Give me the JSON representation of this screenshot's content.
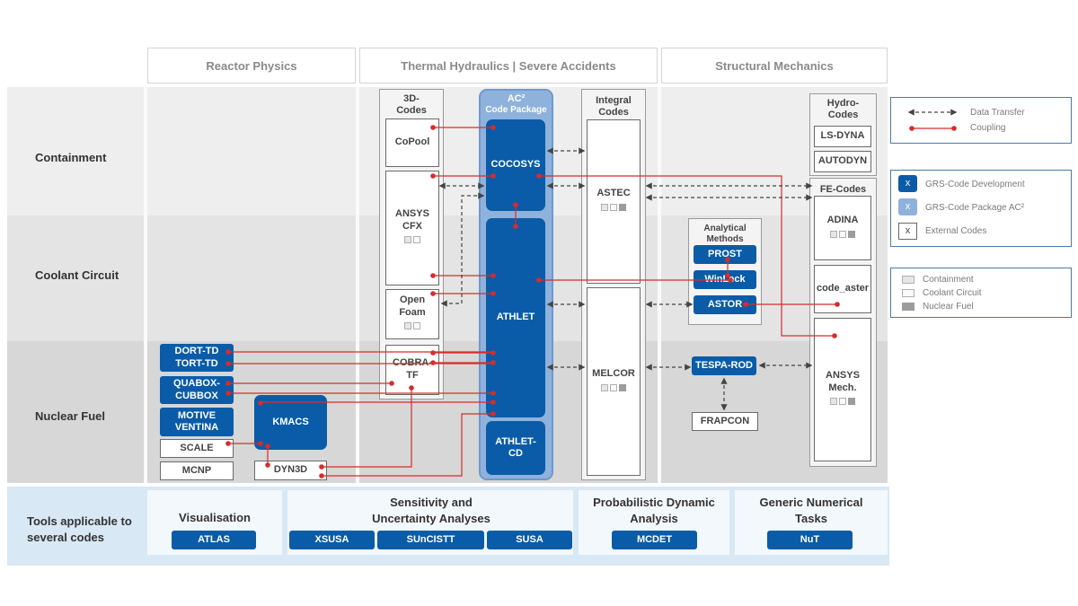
{
  "columns": [
    "Reactor Physics",
    "Thermal Hydraulics | Severe Accidents",
    "Structural Mechanics"
  ],
  "rows": [
    "Containment",
    "Coolant Circuit",
    "Nuclear Fuel"
  ],
  "tools_row_label": "Tools applicable to several codes",
  "groups": {
    "three_d": "3D-Codes",
    "ac2_title": "AC²",
    "ac2_sub": "Code Package",
    "integral": "Integral Codes",
    "hydro": "Hydro-Codes",
    "fe": "FE-Codes",
    "analytical": "Analytical Methods"
  },
  "codes": {
    "copool": "CoPool",
    "ansys_cfx": "ANSYS CFX",
    "openfoam": "Open Foam",
    "cobra_tf": "COBRA-TF",
    "cocosys": "COCOSYS",
    "athlet": "ATHLET",
    "athlet_cd": "ATHLET-CD",
    "astec": "ASTEC",
    "melcor": "MELCOR",
    "ls_dyna": "LS-DYNA",
    "autodyn": "AUTODYN",
    "adina": "ADINA",
    "code_aster": "code_aster",
    "ansys_mech": "ANSYS Mech.",
    "prost": "PROST",
    "winleck": "WinLeck",
    "astor": "ASTOR",
    "tespa_rod": "TESPA-ROD",
    "frapcon": "FRAPCON",
    "dort_td": "DORT-TD TORT-TD",
    "quabox": "QUABOX-CUBBOX",
    "motive": "MOTIVE VENTINA",
    "kmacs": "KMACS",
    "scale": "SCALE",
    "mcnp": "MCNP",
    "dyn3d": "DYN3D"
  },
  "legend": {
    "data_transfer": "Data Transfer",
    "coupling": "Coupling",
    "grs_dev": "GRS-Code Development",
    "grs_pkg": "GRS-Code Package AC²",
    "external": "External Codes",
    "marker": "x",
    "containment": "Containment",
    "coolant": "Coolant Circuit",
    "fuel": "Nuclear Fuel"
  },
  "tools": {
    "visualisation": {
      "title": "Visualisation",
      "items": [
        "ATLAS"
      ]
    },
    "sensitivity": {
      "title": "Sensitivity and Uncertainty Analyses",
      "items": [
        "XSUSA",
        "SUnCISTT",
        "SUSA"
      ]
    },
    "probabilistic": {
      "title": "Probabilistic Dynamic Analysis",
      "items": [
        "MCDET"
      ]
    },
    "generic": {
      "title": "Generic Numerical Tasks",
      "items": [
        "NuT"
      ]
    }
  },
  "colors": {
    "grs_blue": "#0a5ca8",
    "ac2_light": "#8fb2dc",
    "coupling_red": "#d92b2b",
    "band_containment": "#eeeeee",
    "band_coolant": "#e3e3e3",
    "band_fuel": "#d6d6d6",
    "tools_band": "#d8e8f4"
  }
}
